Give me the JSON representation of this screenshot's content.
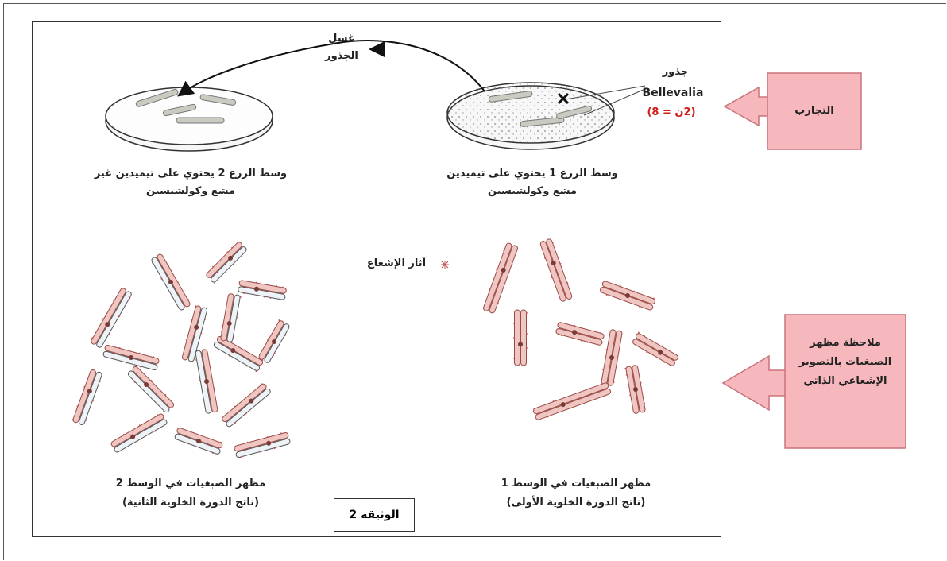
{
  "experiments_callout": "التجارب",
  "observation_callout": "ملاحظة مظهر الصبغيات بالتصوير الإشعاعي الذاتي",
  "top": {
    "wash_label": "غسل الجذور",
    "roots_label": "جذور",
    "species": "Bellevalia",
    "chromosome_number": "(2ن = 8)",
    "medium1": "وسط الزرع 1 يحتوي على تيميدين مشع وكولشيسين",
    "medium2": "وسط الزرع 2 يحتوي على تيميدين غير مشع وكولشيسين"
  },
  "bottom": {
    "legend": "آثار الإشعاع",
    "result1_title": "مظهر الصبغيات في الوسط 1",
    "result1_sub": "(ناتج الدورة الخلوية الأولى)",
    "result2_title": "مظهر الصبغيات في الوسط 2",
    "result2_sub": "(ناتج الدورة الخلوية الثانية)",
    "document_label": "الوثيقة 2"
  },
  "colors": {
    "callout_fill": "#f6b8bd",
    "callout_border": "#c9737a",
    "chromatid_fill": "#efc6c2",
    "radiation": "#c0504d",
    "number_red": "#d11a1a"
  }
}
